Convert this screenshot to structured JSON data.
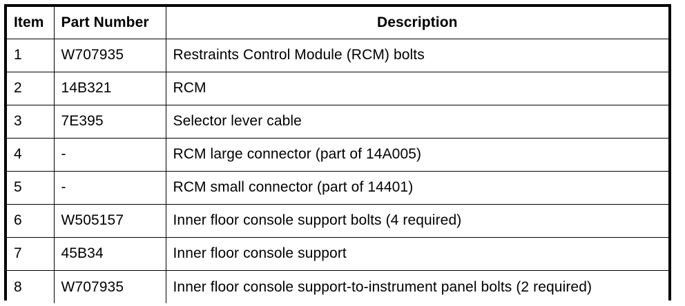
{
  "table": {
    "name": "parts-legend",
    "columns": [
      {
        "key": "item",
        "label": "Item",
        "align": "left"
      },
      {
        "key": "part_number",
        "label": "Part Number",
        "align": "left"
      },
      {
        "key": "description",
        "label": "Description",
        "align": "center"
      }
    ],
    "rows": [
      {
        "item": "1",
        "part_number": "W707935",
        "description": "Restraints Control Module (RCM) bolts"
      },
      {
        "item": "2",
        "part_number": "14B321",
        "description": "RCM"
      },
      {
        "item": "3",
        "part_number": "7E395",
        "description": "Selector lever cable"
      },
      {
        "item": "4",
        "part_number": "-",
        "description": "RCM large connector (part of 14A005)"
      },
      {
        "item": "5",
        "part_number": "-",
        "description": "RCM small connector (part of 14401)"
      },
      {
        "item": "6",
        "part_number": "W505157",
        "description": "Inner floor console support bolts (4 required)"
      },
      {
        "item": "7",
        "part_number": "45B34",
        "description": "Inner floor console support"
      },
      {
        "item": "8",
        "part_number": "W707935",
        "description": "Inner floor console support-to-instrument panel bolts (2 required)"
      }
    ]
  },
  "colors": {
    "background": "#ffffff",
    "text": "#000000",
    "border": "#000000"
  }
}
